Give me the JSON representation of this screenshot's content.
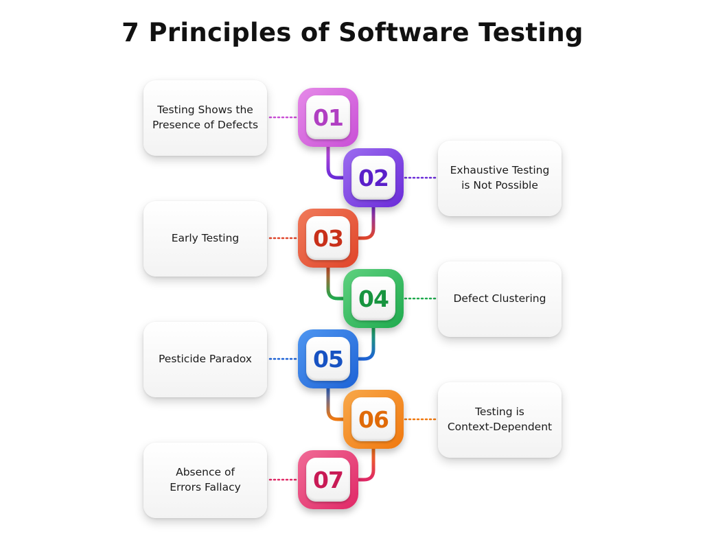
{
  "title": "7 Principles of Software Testing",
  "principles": [
    {
      "number": "01",
      "label_lines": [
        "Testing Shows the",
        "Presence of Defects"
      ],
      "color": "#c94fd6",
      "color_light": "#e58ae8",
      "number_color": "#b03fc2"
    },
    {
      "number": "02",
      "label_lines": [
        "Exhaustive Testing",
        "is Not Possible"
      ],
      "color": "#6a2bd8",
      "color_light": "#9c6cf0",
      "number_color": "#5a1fc9"
    },
    {
      "number": "03",
      "label_lines": [
        "Early Testing"
      ],
      "color": "#e0452a",
      "color_light": "#f07a5a",
      "number_color": "#c8301a"
    },
    {
      "number": "04",
      "label_lines": [
        "Defect Clustering"
      ],
      "color": "#1faa4e",
      "color_light": "#5fd17f",
      "number_color": "#17943f"
    },
    {
      "number": "05",
      "label_lines": [
        "Pesticide Paradox"
      ],
      "color": "#1e63d6",
      "color_light": "#4f96f0",
      "number_color": "#1752c2"
    },
    {
      "number": "06",
      "label_lines": [
        "Testing is",
        "Context-Dependent"
      ],
      "color": "#f0780e",
      "color_light": "#f8a84a",
      "number_color": "#e06a08"
    },
    {
      "number": "07",
      "label_lines": [
        "Absence of",
        "Errors Fallacy"
      ],
      "color": "#e02866",
      "color_light": "#f06b96",
      "number_color": "#c81a55"
    }
  ]
}
